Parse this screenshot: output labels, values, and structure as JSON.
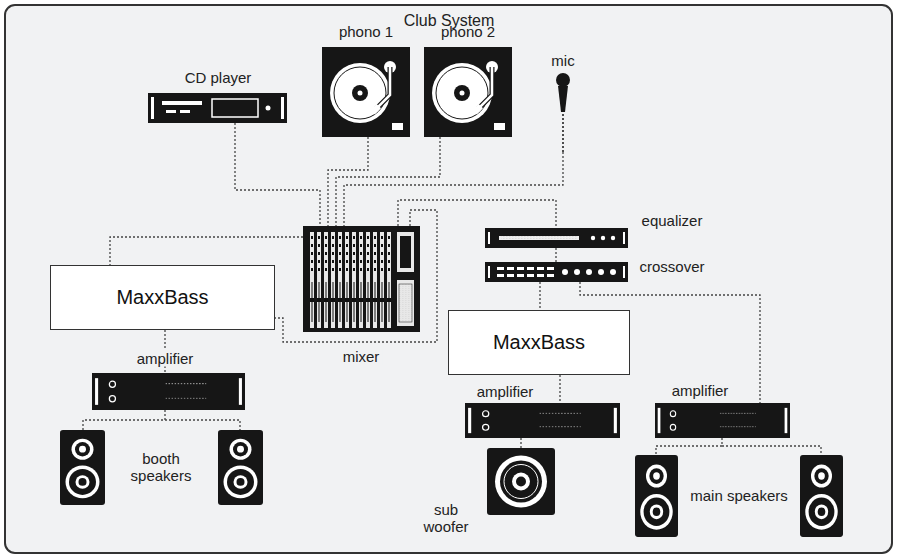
{
  "diagram": {
    "title": "Club System",
    "nodes": [
      {
        "text": [
          "CD player"
        ]
      },
      {
        "text": [
          "phono 1"
        ]
      },
      {
        "text": [
          "phono 2"
        ]
      },
      {
        "text": [
          "mic"
        ]
      },
      {
        "text": [
          "mixer"
        ]
      },
      {
        "text": [
          "equalizer"
        ]
      },
      {
        "text": [
          "crossover"
        ]
      },
      {
        "text": [
          "MaxxBass"
        ]
      },
      {
        "text": [
          "amplifier"
        ]
      },
      {
        "text": [
          "booth speakers"
        ]
      },
      {
        "text": [
          "MaxxBass"
        ]
      },
      {
        "text": [
          "amplifier"
        ]
      },
      {
        "text": [
          "amplifier"
        ]
      },
      {
        "text": [
          "sub woofer"
        ]
      },
      {
        "text": [
          "main speakers"
        ]
      }
    ],
    "edges": [
      {
        "from": 0,
        "to": 4,
        "arrow": "none"
      },
      {
        "from": 1,
        "to": 4,
        "arrow": "none"
      },
      {
        "from": 2,
        "to": 4,
        "arrow": "none"
      },
      {
        "from": 3,
        "to": 4,
        "arrow": "none"
      },
      {
        "from": 4,
        "to": 5,
        "arrow": "none"
      },
      {
        "from": 5,
        "to": 6,
        "arrow": "none"
      },
      {
        "from": 6,
        "to": 10,
        "arrow": "none"
      },
      {
        "from": 6,
        "to": 12,
        "arrow": "none"
      },
      {
        "from": 10,
        "to": 11,
        "arrow": "none"
      },
      {
        "from": 11,
        "to": 13,
        "arrow": "none"
      },
      {
        "from": 12,
        "to": 14,
        "arrow": "none"
      },
      {
        "from": 4,
        "to": 7,
        "arrow": "none"
      },
      {
        "from": 4,
        "to": 7,
        "arrow": "none"
      },
      {
        "from": 7,
        "to": 8,
        "arrow": "none"
      },
      {
        "from": 8,
        "to": 9,
        "arrow": "none"
      }
    ]
  }
}
